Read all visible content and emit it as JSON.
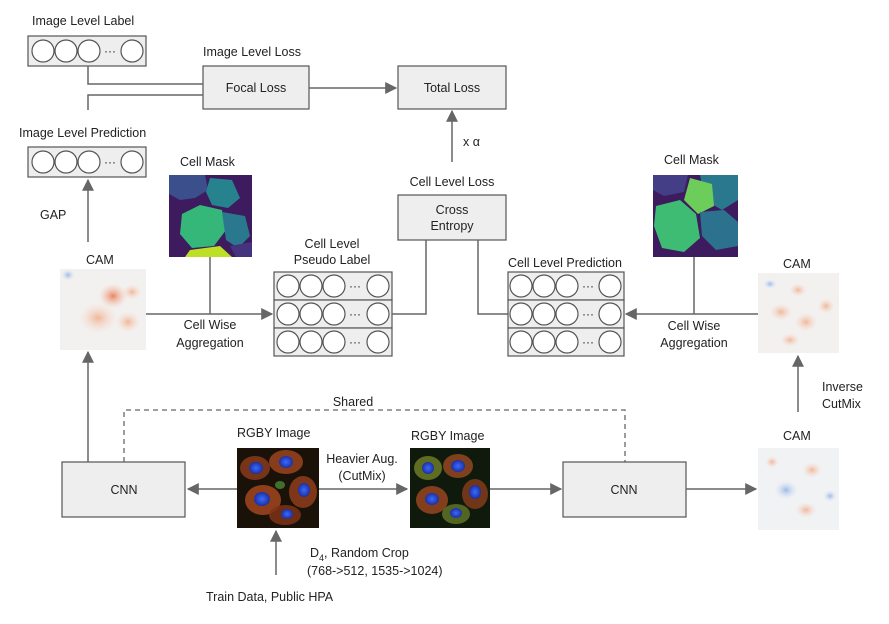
{
  "labels": {
    "image_level_label": "Image Level Label",
    "image_level_loss": "Image Level Loss",
    "image_level_prediction": "Image Level Prediction",
    "gap": "GAP",
    "cell_mask_left": "Cell Mask",
    "cell_mask_right": "Cell Mask",
    "cam_left": "CAM",
    "cam_right_top": "CAM",
    "cam_right_bottom": "CAM",
    "cell_level_pseudo_label_1": "Cell Level",
    "cell_level_pseudo_label_2": "Pseudo Label",
    "cell_level_loss": "Cell Level Loss",
    "cell_level_prediction": "Cell Level Prediction",
    "cell_wise_1": "Cell Wise",
    "aggregation_1": "Aggregation",
    "cell_wise_2": "Cell Wise",
    "aggregation_2": "Aggregation",
    "x_alpha": "x α",
    "inverse": "Inverse",
    "cutmix": "CutMix",
    "shared": "Shared",
    "rgby_image_1": "RGBY Image",
    "rgby_image_2": "RGBY Image",
    "heavier_aug_1": "Heavier Aug.",
    "heavier_aug_2": "(CutMix)",
    "aug_line1_main": "D",
    "aug_line1_sub": "4",
    "aug_line1_rest": ", Random Crop",
    "aug_line2": "(768->512, 1535->1024)",
    "train_data": "Train Data, Public HPA"
  },
  "boxes": {
    "focal_loss": "Focal Loss",
    "total_loss": "Total Loss",
    "cross_entropy_1": "Cross",
    "cross_entropy_2": "Entropy",
    "cnn_left": "CNN",
    "cnn_right": "CNN"
  },
  "vector": {
    "ellipsis": "···"
  },
  "colors": {
    "box_fill": "#eeeeee",
    "stroke": "#555555",
    "mask_background": "#3d1b5e",
    "cell_image_background": "#1a1208"
  }
}
